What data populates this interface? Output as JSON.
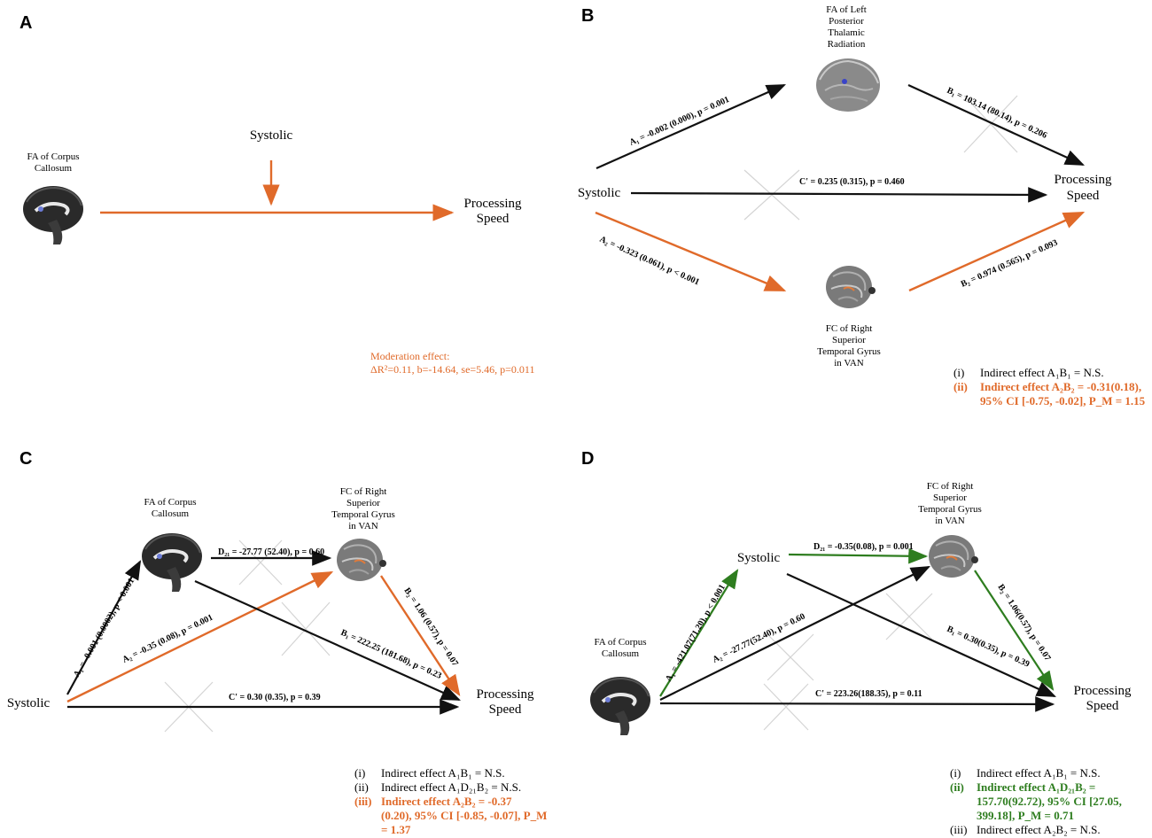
{
  "panels": {
    "A": {
      "letter": "A",
      "mediator": [
        "FA of Corpus",
        "Callosum"
      ],
      "moderator": "Systolic",
      "outcome": [
        "Processing",
        "Speed"
      ],
      "moderation": [
        "Moderation effect:",
        "ΔR²=0.11, b=-14.64, se=5.46, p=0.011"
      ]
    },
    "B": {
      "letter": "B",
      "predictor": "Systolic",
      "m1": [
        "FA of Left",
        "Posterior",
        "Thalamic",
        "Radiation"
      ],
      "m2": [
        "FC of Right",
        "Superior",
        "Temporal Gyrus",
        "in VAN"
      ],
      "outcome": [
        "Processing",
        "Speed"
      ],
      "a1": "A₁ = -0.002 (0.000), p = 0.001",
      "b1": "B₁ = 103.14 (80.14), p = 0.206",
      "c": "C' = 0.235 (0.315), p = 0.460",
      "a2": "A₂ = -0.323 (0.061), p < 0.001",
      "b2": "B₂ = 0.974 (0.565), p = 0.093",
      "notes": [
        {
          "num": "(i)",
          "text": "Indirect effect A₁B₁ = N.S."
        },
        {
          "num": "(ii)",
          "text": "Indirect effect A₂B₂ = -0.31(0.18),"
        },
        {
          "num": "",
          "text": "95% CI [-0.75, -0.02], P_M = 1.15"
        }
      ]
    },
    "C": {
      "letter": "C",
      "predictor": "Systolic",
      "m1": [
        "FA of Corpus",
        "Callosum"
      ],
      "m2": [
        "FC of Right",
        "Superior",
        "Temporal Gyrus",
        "in VAN"
      ],
      "outcome": [
        "Processing",
        "Speed"
      ],
      "a1": "A₁ = -0.001 (0.0002), p < 0.001",
      "d21": "D₂₁ = -27.77 (52.40), p = 0.60",
      "a2": "A₂ = -0.35 (0.08), p = 0.001",
      "b1": "B₁ = 222.25 (181.68), p = 0.23",
      "b2": "B₂ = 1.06 (0.57), p = 0.07",
      "c": "C' = 0.30 (0.35), p = 0.39",
      "notes": [
        {
          "num": "(i)",
          "text": "Indirect effect A₁B₁ = N.S."
        },
        {
          "num": "(ii)",
          "text": "Indirect effect A₁D₂₁B₂ = N.S."
        },
        {
          "num": "(iii)",
          "text": "Indirect effect A₂B₂ = -0.37"
        },
        {
          "num": "",
          "text": "(0.20), 95% CI [-0.85, -0.07], P_M"
        },
        {
          "num": "",
          "text": "= 1.37"
        }
      ]
    },
    "D": {
      "letter": "D",
      "predictor": [
        "FA of Corpus",
        "Callosum"
      ],
      "m1": "Systolic",
      "m2": [
        "FC of Right",
        "Superior",
        "Temporal Gyrus",
        "in VAN"
      ],
      "outcome": [
        "Processing",
        "Speed"
      ],
      "a1": "A₁ = -421.07(71.20), p < 0.001",
      "d21": "D₂₁ = -0.35(0.08), p = 0.001",
      "a2": "A₂ = -27.77(52.40), p = 0.60",
      "b1": "B₁ = 0.30(0.35), p = 0.39",
      "b2": "B₂ = 1.06(0.57), p = 0.07",
      "c": "C' = 223.26(188.35), p = 0.11",
      "notes": [
        {
          "num": "(i)",
          "text": "Indirect effect A₁B₁ = N.S."
        },
        {
          "num": "(ii)",
          "text": "Indirect effect A₁D₂₁B₂ ="
        },
        {
          "num": "",
          "text": "157.70(92.72), 95% CI [27.05,"
        },
        {
          "num": "",
          "text": "399.18], P_M = 0.71"
        },
        {
          "num": "(iii)",
          "text": "Indirect effect A₂B₂ = N.S."
        }
      ]
    }
  },
  "colors": {
    "orange": "#e06a2a",
    "green": "#2e7d1f",
    "black": "#111111"
  }
}
